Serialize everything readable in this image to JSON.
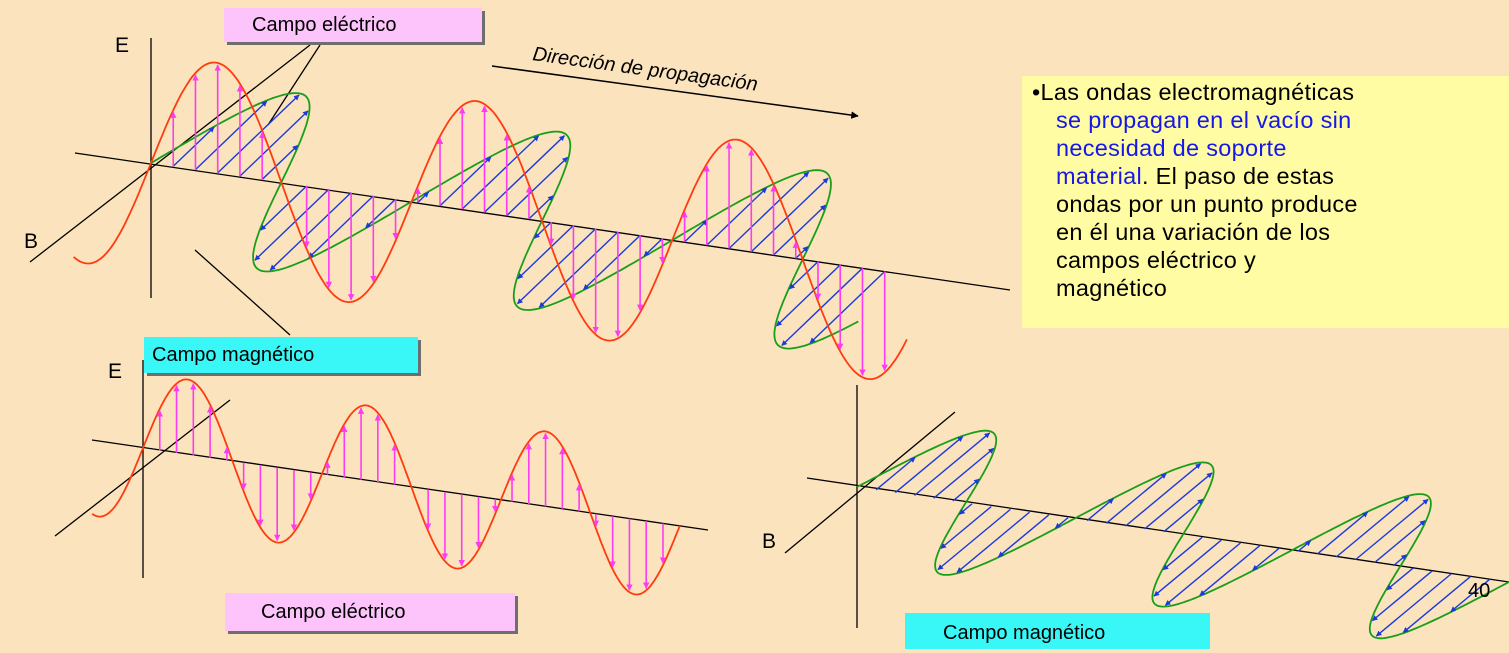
{
  "labels": {
    "campo_electrico_top": "Campo eléctrico",
    "campo_magnetico_mid": "Campo magnético",
    "campo_electrico_bottom": "Campo eléctrico",
    "campo_magnetico_bottom": "Campo magnético",
    "direccion": "Dirección de propagación",
    "axis_e_top": "E",
    "axis_b_top": "B",
    "axis_e_bottom": "E",
    "axis_b_bottom": "B"
  },
  "note": {
    "bullet": "•",
    "line1": "Las ondas electromagnéticas",
    "line2_blue": "se propagan en el vacío sin",
    "line3_blue": "necesidad de soporte",
    "line4_blue": "material",
    "line4_rest": ". El paso de estas",
    "line5": "ondas por un punto produce",
    "line6": "en él una variación de los",
    "line7": "campos eléctrico y",
    "line8": "magnético"
  },
  "page_number": "40",
  "colors": {
    "background": "#FBE3BD",
    "electric_curve": "#FF3B10",
    "electric_arrows": "#FF3BF2",
    "magnetic_curve": "#1A9E1A",
    "magnetic_arrows": "#1A3ADB",
    "note_bg": "#FFFCA3",
    "note_blue": "#1518E8",
    "pink_label": "#FDC3FB",
    "cyan_label": "#39F7F6"
  }
}
